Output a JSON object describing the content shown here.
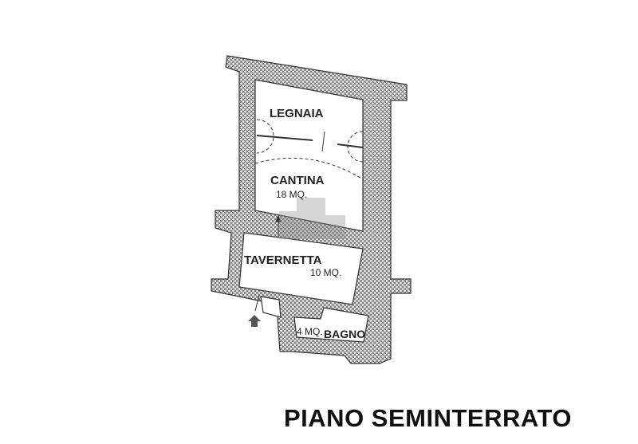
{
  "plan": {
    "title": "PIANO SEMINTERRATO",
    "rooms": [
      {
        "name": "LEGNAIA",
        "area": ""
      },
      {
        "name": "CANTINA",
        "area": "18 MQ."
      },
      {
        "name": "TAVERNETTA",
        "area": "10 MQ."
      },
      {
        "name": "BAGNO",
        "area": "4 MQ."
      }
    ],
    "colors": {
      "wall": "#555555",
      "watermark": "#9a9a9a"
    }
  }
}
